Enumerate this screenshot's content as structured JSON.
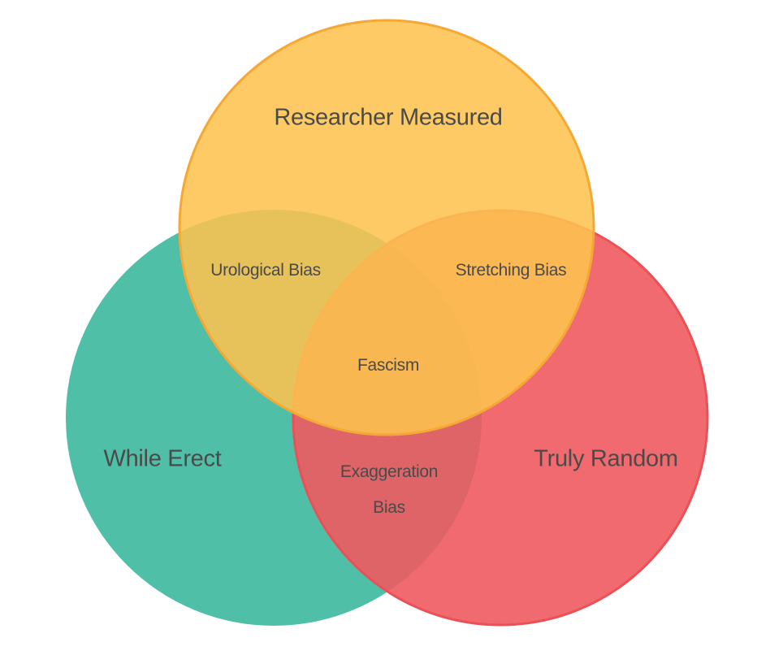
{
  "diagram": {
    "type": "venn",
    "sets": [
      {
        "id": "top",
        "label": "Researcher Measured",
        "fill": "#FDC75A",
        "stroke": "#F5A833"
      },
      {
        "id": "left",
        "label": "While Erect",
        "fill": "#4FBFA8",
        "stroke": "none"
      },
      {
        "id": "right",
        "label": "Truly Random",
        "fill": "#F0656A",
        "stroke": "#EB5055"
      }
    ],
    "intersections": {
      "top_left": "Urological Bias",
      "top_right": "Stretching Bias",
      "left_right_line1": "Exaggeration",
      "left_right_line2": "Bias",
      "all_three": "Fascism"
    }
  }
}
